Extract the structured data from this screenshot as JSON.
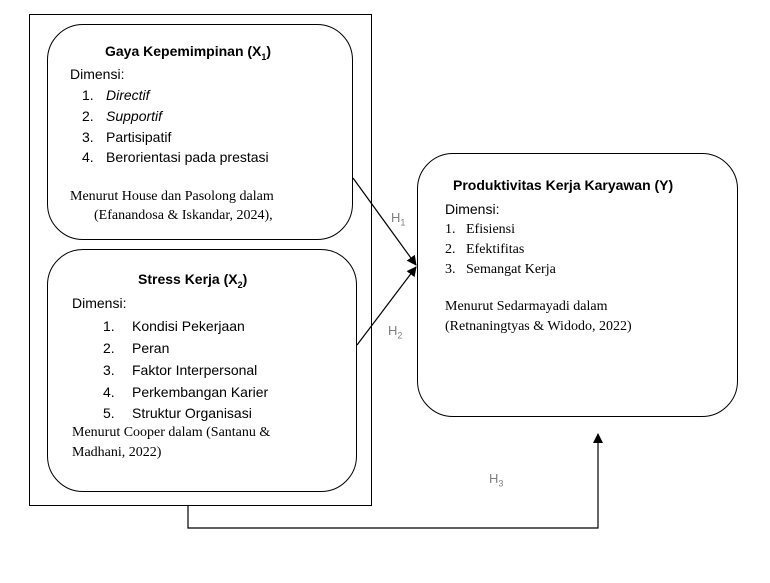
{
  "x1": {
    "title": "Gaya Kepemimpinan (X",
    "title_sub": "1",
    "title_end": ")",
    "dim_label": "Dimensi:",
    "items": [
      "1.",
      "Directif",
      "2.",
      "Supportif",
      "3.",
      "Partisipatif",
      "4.",
      "Berorientasi pada prestasi"
    ],
    "source_line1": "Menurut House dan Pasolong dalam",
    "source_line2": "(Efanandosa & Iskandar, 2024),"
  },
  "x2": {
    "title": "Stress  Kerja (X",
    "title_sub": "2",
    "title_end": ")",
    "dim_label": "Dimensi:",
    "items": [
      "1.",
      "Kondisi Pekerjaan",
      "2.",
      "Peran",
      "3.",
      "Faktor Interpersonal",
      "4.",
      "Perkembangan Karier",
      "5.",
      "Struktur Organisasi"
    ],
    "source_line1": "Menurut Cooper dalam (Santanu &",
    "source_line2": "Madhani, 2022)"
  },
  "y": {
    "title": "Produktivitas Kerja Karyawan (Y)",
    "dim_label": "Dimensi:",
    "items": [
      "1.",
      "Efisiensi",
      "2.",
      "Efektifitas",
      "3.",
      "Semangat Kerja"
    ],
    "source_line1": "Menurut Sedarmayadi dalam",
    "source_line2": "(Retnaningtyas & Widodo, 2022)"
  },
  "hypotheses": {
    "h1": "H",
    "h1_sub": "1",
    "h2": "H",
    "h2_sub": "2",
    "h3": "H",
    "h3_sub": "3"
  },
  "colors": {
    "line": "#000000",
    "hypothesis_label": "#7f7f7f"
  }
}
